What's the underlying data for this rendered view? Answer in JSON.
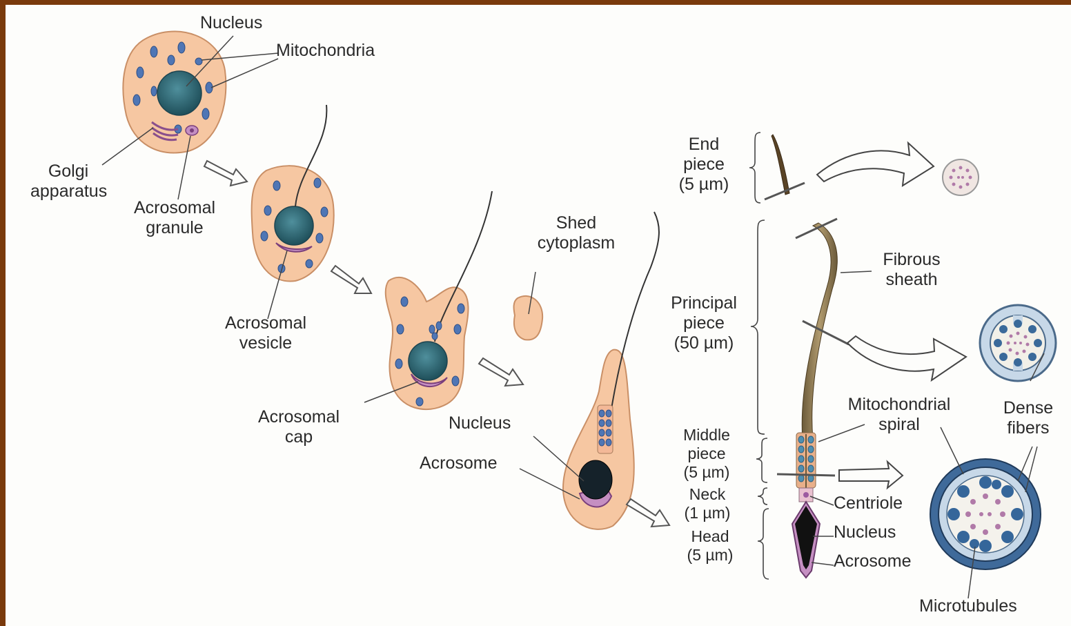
{
  "colors": {
    "frame_border": "#7a3a0c",
    "cytoplasm": "#f6c7a2",
    "cytoplasm_edge": "#c98f66",
    "mitochondria": "#4f76b5",
    "nucleus": "#2f6b78",
    "acrosome": "#c58fc2",
    "head": "#1a1a1a",
    "leader": "#444444"
  },
  "labels": {
    "nucleus_1": "Nucleus",
    "mitochondria": "Mitochondria",
    "golgi_line1": "Golgi",
    "golgi_line2": "apparatus",
    "acrosomal_granule_line1": "Acrosomal",
    "acrosomal_granule_line2": "granule",
    "acrosomal_vesicle_line1": "Acrosomal",
    "acrosomal_vesicle_line2": "vesicle",
    "acrosomal_cap_line1": "Acrosomal",
    "acrosomal_cap_line2": "cap",
    "shed_line1": "Shed",
    "shed_line2": "cytoplasm",
    "nucleus_2": "Nucleus",
    "acrosome_1": "Acrosome",
    "end_piece_line1": "End",
    "end_piece_line2": "piece",
    "end_piece_line3": "(5 µm)",
    "principal_line1": "Principal",
    "principal_line2": "piece",
    "principal_line3": "(50 µm)",
    "middle_line1": "Middle",
    "middle_line2": "piece",
    "middle_line3": "(5 µm)",
    "neck_line1": "Neck",
    "neck_line2": "(1 µm)",
    "head_line1": "Head",
    "head_line2": "(5 µm)",
    "fibrous_line1": "Fibrous",
    "fibrous_line2": "sheath",
    "mito_spiral_line1": "Mitochondrial",
    "mito_spiral_line2": "spiral",
    "centriole": "Centriole",
    "nucleus_3": "Nucleus",
    "acrosome_2": "Acrosome",
    "dense_line1": "Dense",
    "dense_line2": "fibers",
    "microtubules": "Microtubules"
  }
}
